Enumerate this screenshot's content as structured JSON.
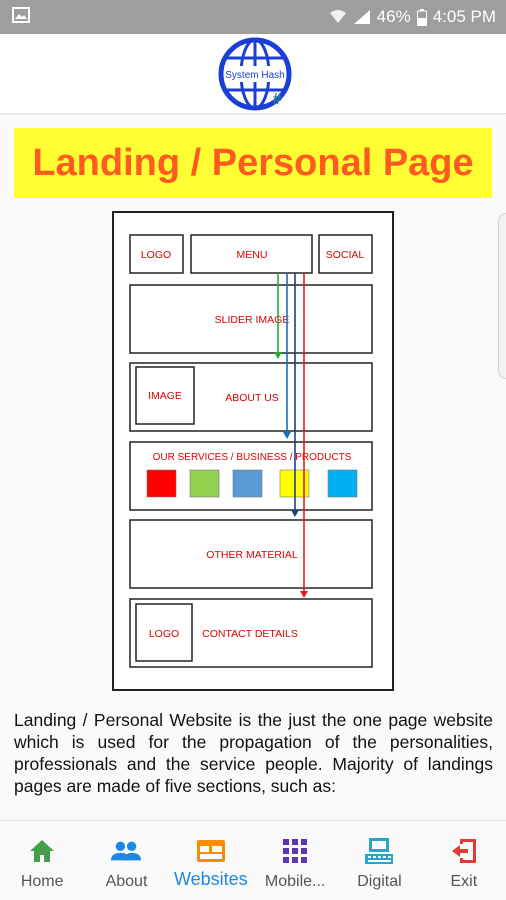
{
  "status_bar": {
    "battery": "46%",
    "time": "4:05 PM"
  },
  "header": {
    "logo_text": "System Hash",
    "logo_icon": "hash-globe-logo"
  },
  "page": {
    "title": "Landing / Personal Page",
    "description": "Landing / Personal Website is the just the one page website which is used for the propagation of the personalities, professionals and the service people. Majority of landings pages are made of five sections, such as:"
  },
  "diagram": {
    "logo": "LOGO",
    "menu": "MENU",
    "social": "SOCIAL",
    "slider": "SLIDER IMAGE",
    "image": "IMAGE",
    "about": "ABOUT US",
    "services": "OUR SERVICES / BUSINESS / PRODUCTS",
    "other": "OTHER MATERIAL",
    "footer_logo": "LOGO",
    "contact": "CONTACT DETAILS",
    "swatches": [
      "#ff0000",
      "#92d050",
      "#5b9bd5",
      "#ffff00",
      "#00b0f0"
    ],
    "arrow_colors": [
      "#2eaa3b",
      "#1f6fb8",
      "#1f3f8a",
      "#e02020"
    ]
  },
  "colors": {
    "banner_bg": "#ffff33",
    "banner_text": "#ff5a1f",
    "active_nav": "#1e88e5"
  },
  "nav": [
    {
      "label": "Home",
      "icon": "home-icon",
      "color": "#43a047"
    },
    {
      "label": "About",
      "icon": "people-icon",
      "color": "#1e88e5"
    },
    {
      "label": "Websites",
      "icon": "web-icon",
      "color": "#fb8c00",
      "active": true
    },
    {
      "label": "Mobile...",
      "icon": "apps-grid-icon",
      "color": "#5e35b1"
    },
    {
      "label": "Digital",
      "icon": "computer-icon",
      "color": "#26a6c9"
    },
    {
      "label": "Exit",
      "icon": "exit-icon",
      "color": "#e53935"
    }
  ]
}
